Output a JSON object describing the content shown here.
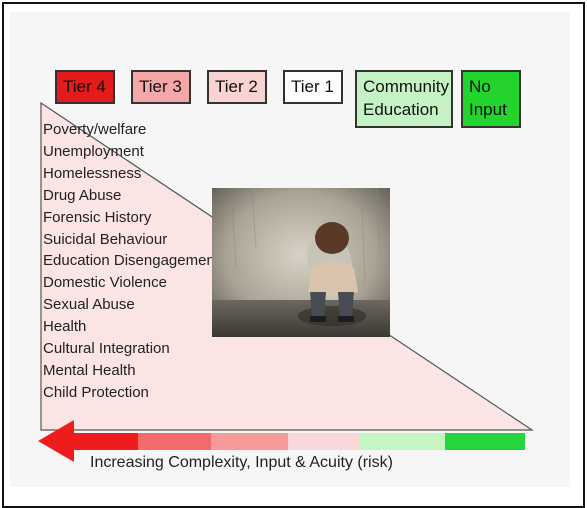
{
  "tiers": [
    {
      "label": "Tier 4",
      "color": "#e31b1b"
    },
    {
      "label": "Tier 3",
      "color": "#f4a7a7"
    },
    {
      "label": "Tier 2",
      "color": "#f9d2d2"
    },
    {
      "label": "Tier 1",
      "color": "#ffffff"
    },
    {
      "label": "Community Education",
      "line1": "Community",
      "line2": "Education",
      "color": "#c5f2c5"
    },
    {
      "label": "No Input",
      "line1": "No",
      "line2": "Input",
      "color": "#22d42b"
    }
  ],
  "risk_factors": [
    "Poverty/welfare",
    "Unemployment",
    "Homelessness",
    "Drug Abuse",
    "Forensic History",
    "Suicidal Behaviour",
    "Education Disengagement",
    "Domestic Violence",
    "Sexual Abuse",
    "Health",
    "Cultural Integration",
    "Mental Health",
    "Child Protection"
  ],
  "arrow": {
    "caption": "Increasing Complexity, Input & Acuity (risk)",
    "segment_colors": [
      "#ee1c1c",
      "#f26a6a",
      "#f69a9a",
      "#fad8d8",
      "#c5f5c0",
      "#24d63c"
    ],
    "head_color": "#ee1c1c"
  },
  "triangle_color": "#fbe4e4",
  "photo": {
    "subject": "child-sitting-against-wall"
  }
}
